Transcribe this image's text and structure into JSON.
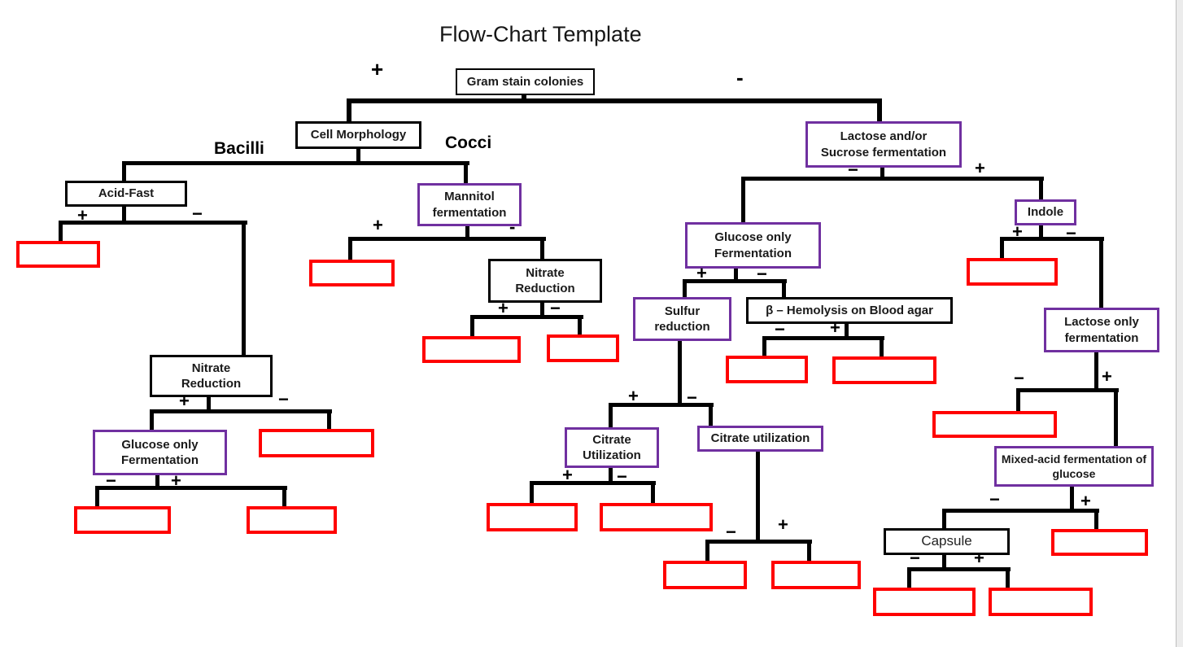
{
  "title": "Flow-Chart Template",
  "colors": {
    "purple_border": "#7030A0",
    "red_border": "#FF0000",
    "line": "#000000",
    "background": "#ffffff"
  },
  "signs": {
    "plus": "+",
    "minus": "−",
    "dash": "-"
  },
  "group_labels": {
    "bacilli": "Bacilli",
    "cocci": "Cocci"
  },
  "nodes": {
    "gram_stain": "Gram stain colonies",
    "cell_morphology": "Cell Morphology",
    "acid_fast": "Acid-Fast",
    "mannitol": "Mannitol\nfermentation",
    "nitrate_cocci": "Nitrate\nReduction",
    "nitrate_bacilli": "Nitrate\nReduction",
    "glucose_only_left": "Glucose only\nFermentation",
    "lactose_sucrose": "Lactose and/or\nSucrose fermentation",
    "glucose_only_right": "Glucose only\nFermentation",
    "indole": "Indole",
    "sulfur_reduction": "Sulfur\nreduction",
    "beta_hemolysis": "β – Hemolysis on Blood agar",
    "citrate_utilization_caps": "Citrate\nUtilization",
    "citrate_utilization": "Citrate utilization",
    "lactose_only": "Lactose only\nfermentation",
    "mixed_acid": "Mixed-acid fermentation of\nglucose",
    "capsule": "Capsule"
  }
}
